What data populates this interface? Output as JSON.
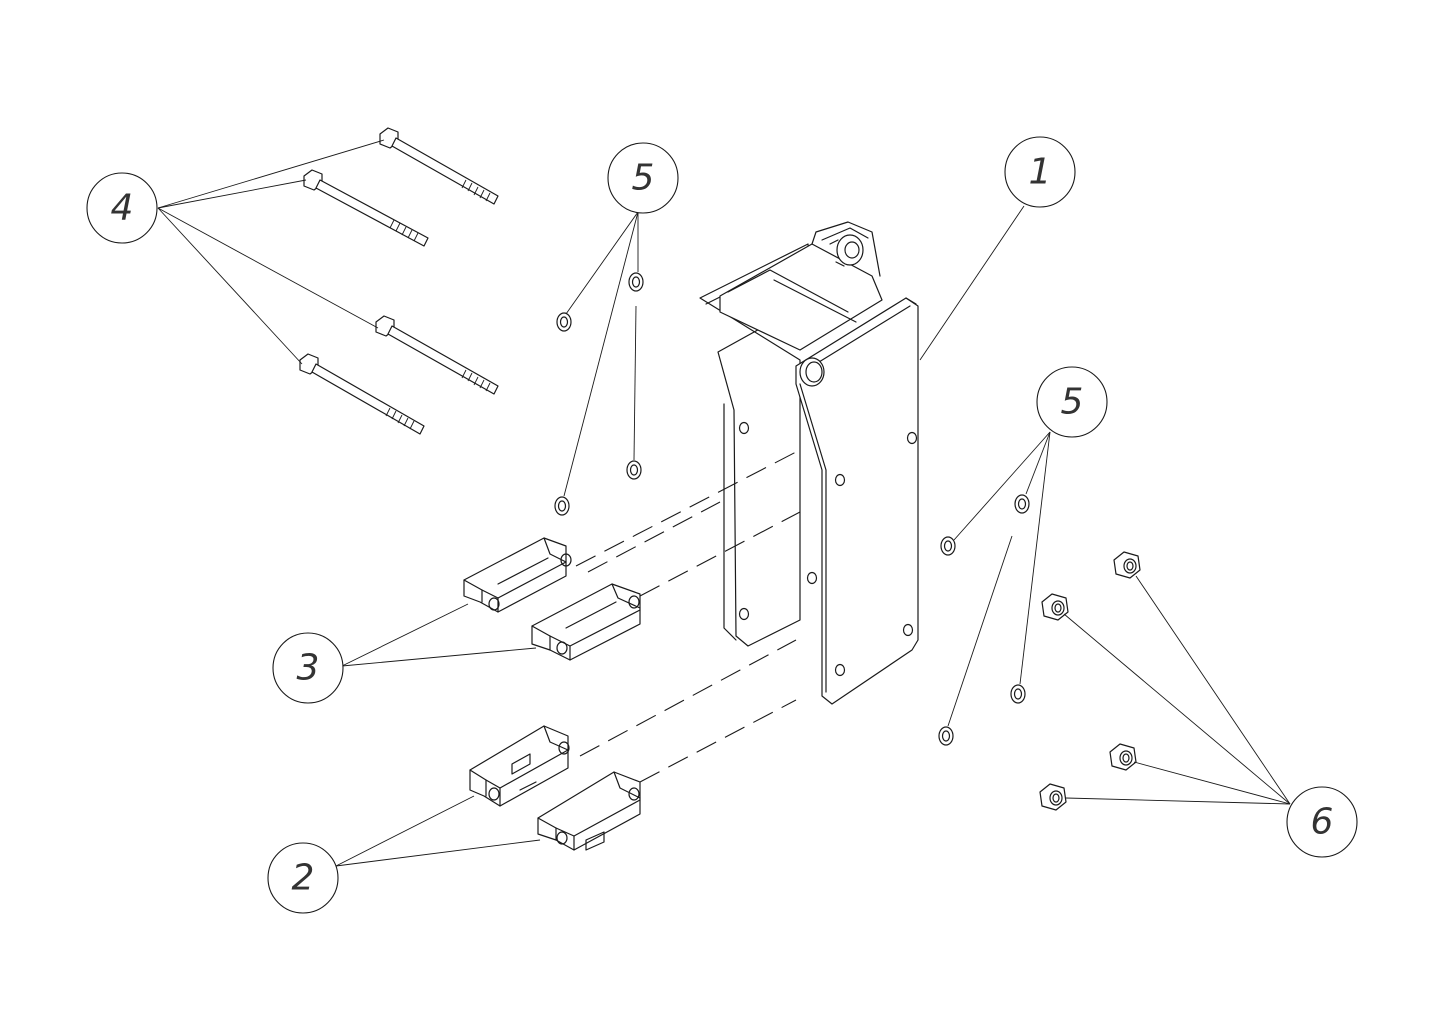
{
  "callouts": [
    {
      "id": "part-1",
      "label": "1"
    },
    {
      "id": "part-2",
      "label": "2"
    },
    {
      "id": "part-3",
      "label": "3"
    },
    {
      "id": "part-4",
      "label": "4"
    },
    {
      "id": "part-5-upper",
      "label": "5"
    },
    {
      "id": "part-5-lower",
      "label": "5"
    },
    {
      "id": "part-6",
      "label": "6"
    }
  ],
  "colors": {
    "line": "#1a1a1a",
    "text": "#333333",
    "background": "#ffffff"
  }
}
